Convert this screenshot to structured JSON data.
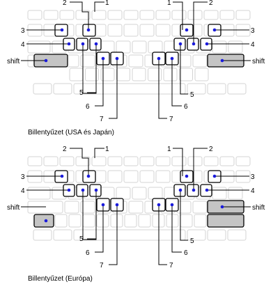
{
  "captions": {
    "us_japan": "Billentyűzet (USA és Japán)",
    "europe": "Billentyűzet (Európa)"
  },
  "callouts": {
    "n1": "1",
    "n2": "2",
    "n3": "3",
    "n4": "4",
    "n5": "5",
    "n6": "6",
    "n7": "7",
    "shift": "shift"
  },
  "colors": {
    "dot": "#1a1adb",
    "shift_key": "#c4c4c4",
    "ghost_key": "#d3d3d3"
  }
}
